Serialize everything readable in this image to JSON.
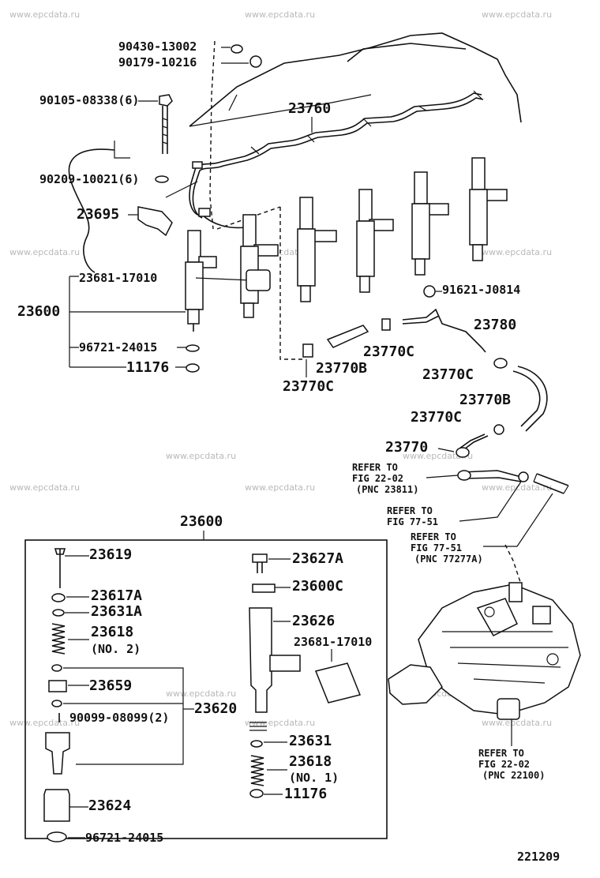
{
  "watermark": "www.epcdata.ru",
  "figure_number": "221209",
  "callouts": {
    "p90430": "90430-13002",
    "p90179": "90179-10216",
    "p90105": "90105-08338(6)",
    "p90209": "90209-10021(6)",
    "p23760": "23760",
    "p23695": "23695",
    "p23681_top": "23681-17010",
    "p23600_top": "23600",
    "p96721_top": "96721-24015",
    "p11176_top": "11176",
    "p91621": "91621-J0814",
    "p23780": "23780",
    "p23770C_a": "23770C",
    "p23770B_a": "23770B",
    "p23770C_b": "23770C",
    "p23770C_c": "23770C",
    "p23770B_b": "23770B",
    "p23770C_d": "23770C",
    "p23770": "23770",
    "ref1": [
      "REFER TO",
      "FIG 22-02",
      "(PNC 23811)"
    ],
    "ref2": [
      "REFER TO",
      "FIG 77-51"
    ],
    "ref3": [
      "REFER TO",
      "FIG 77-51",
      "(PNC 77277A)"
    ],
    "ref4": [
      "REFER TO",
      "FIG 22-02",
      "(PNC 22100)"
    ]
  },
  "detail": {
    "title": "23600",
    "p23619": "23619",
    "p23617A": "23617A",
    "p23631A": "23631A",
    "p23618_l": "23618",
    "no2": "(NO. 2)",
    "p23659": "23659",
    "p23620": "23620",
    "p90099": "90099-08099(2)",
    "p23624": "23624",
    "p96721": "96721-24015",
    "p23627A": "23627A",
    "p23600C": "23600C",
    "p23626": "23626",
    "p23681": "23681-17010",
    "p23631": "23631",
    "p23618_r": "23618",
    "no1": "(NO. 1)",
    "p11176": "11176"
  }
}
